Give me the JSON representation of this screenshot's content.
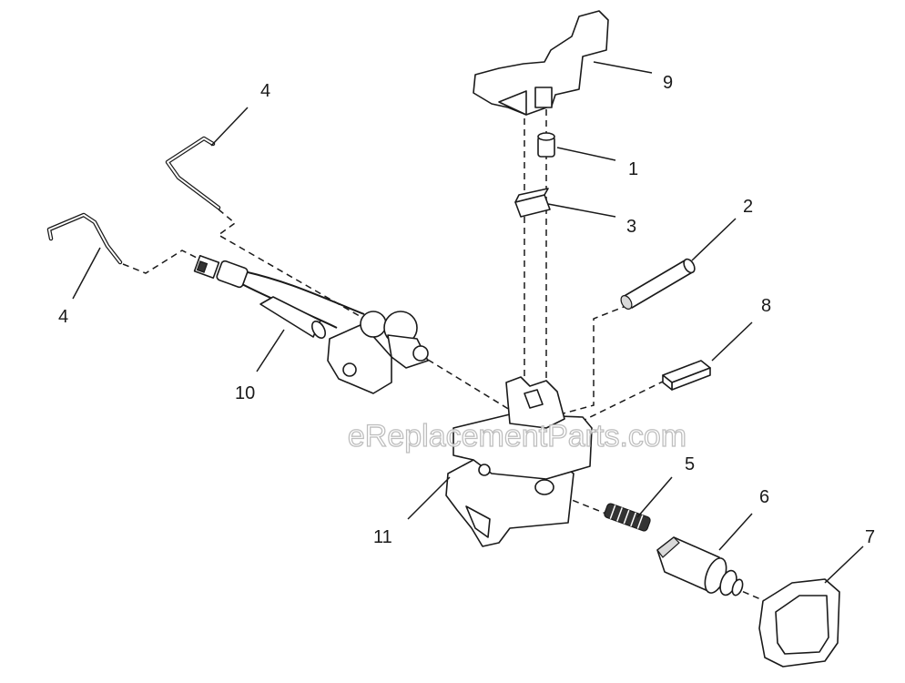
{
  "watermark": "eReplacementParts.com",
  "callouts": [
    {
      "id": "c9",
      "label": "9"
    },
    {
      "id": "c1",
      "label": "1"
    },
    {
      "id": "c3",
      "label": "3"
    },
    {
      "id": "c2",
      "label": "2"
    },
    {
      "id": "c8",
      "label": "8"
    },
    {
      "id": "c4a",
      "label": "4"
    },
    {
      "id": "c4b",
      "label": "4"
    },
    {
      "id": "c10",
      "label": "10"
    },
    {
      "id": "c5",
      "label": "5"
    },
    {
      "id": "c6",
      "label": "6"
    },
    {
      "id": "c7",
      "label": "7"
    },
    {
      "id": "c11",
      "label": "11"
    }
  ]
}
